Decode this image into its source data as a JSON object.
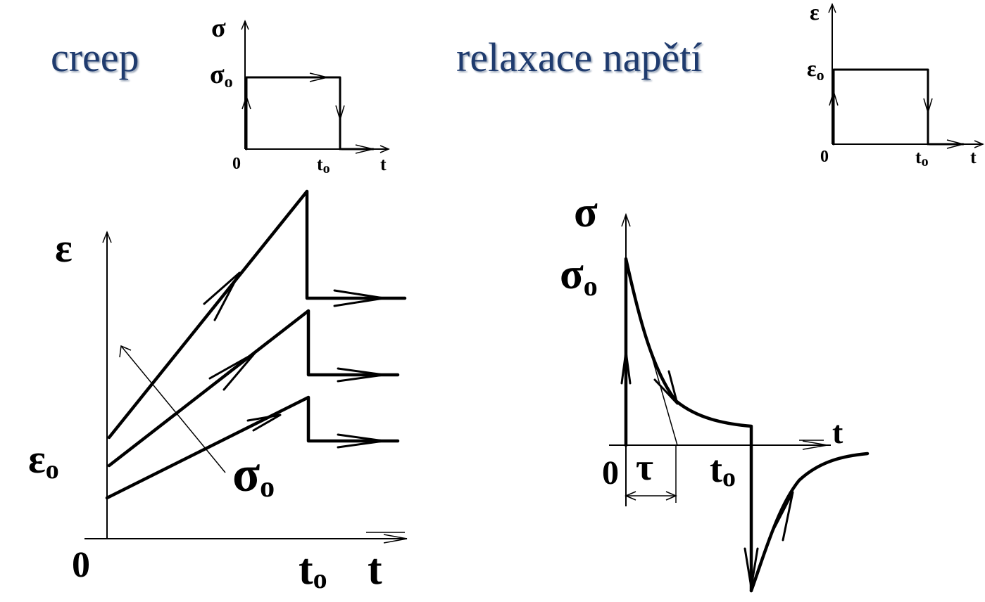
{
  "titles": {
    "creep": "creep",
    "relaxation": "relaxace napětí"
  },
  "creep_input": {
    "y_axis": "σ",
    "level": "σ",
    "level_sub": "o",
    "origin": "0",
    "time_mark": "t",
    "time_mark_sub": "o",
    "x_axis": "t"
  },
  "relaxation_input": {
    "y_axis": "ε",
    "level": "ε",
    "level_sub": "o",
    "origin": "0",
    "time_mark": "t",
    "time_mark_sub": "o",
    "x_axis": "t"
  },
  "creep_response": {
    "y_axis": "ε",
    "y_mark": "ε",
    "y_mark_sub": "o",
    "origin": "0",
    "time_mark": "t",
    "time_mark_sub": "o",
    "x_axis": "t",
    "stress_label": "σ",
    "stress_label_sub": "o"
  },
  "relaxation_response": {
    "y_axis": "σ",
    "y_mark": "σ",
    "y_mark_sub": "o",
    "origin": "0",
    "tau": "τ",
    "time_mark": "t",
    "time_mark_sub": "o",
    "x_axis": "t"
  }
}
